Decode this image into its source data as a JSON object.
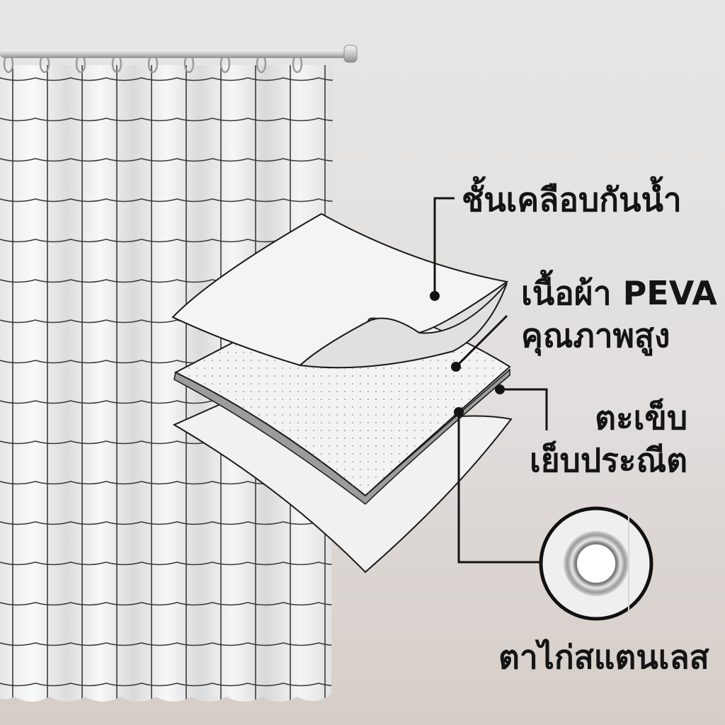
{
  "labels": {
    "coating": "ชั้นเคลือบกันน้ำ",
    "fabric_line1": "เนื้อผ้า PEVA",
    "fabric_line2": "คุณภาพสูง",
    "seam_line1": "ตะเข็บ",
    "seam_line2": "เย็บประณีต",
    "grommet": "ตาไก่สแตนเลส"
  },
  "icons": [
    "curtain-rod",
    "curtain-ring",
    "grommet-ring"
  ],
  "colors": {
    "background": "#e3e1e0",
    "curtain": "#f3f3f3",
    "grid_line": "#3a3a3a",
    "outline": "#1a1a1a",
    "text": "#141414",
    "metal": "#b9b9b9"
  }
}
